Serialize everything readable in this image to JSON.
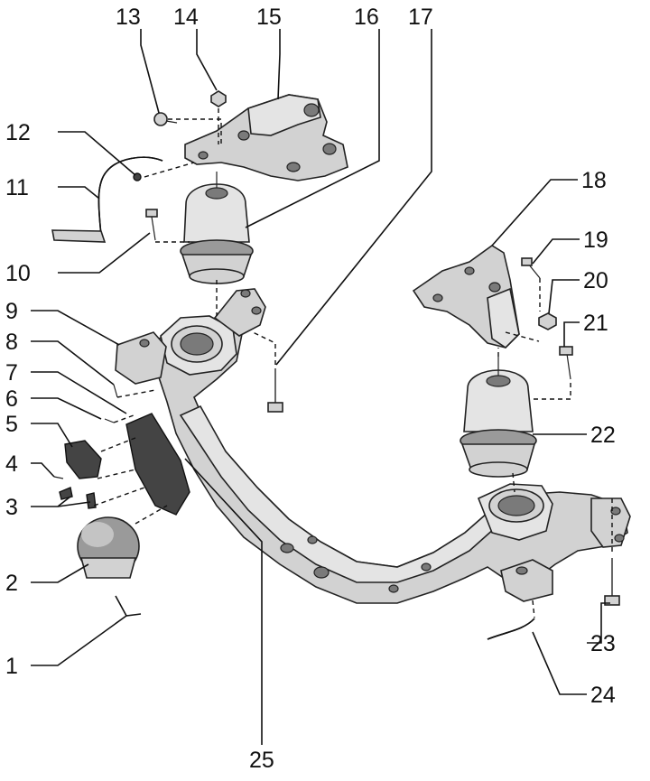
{
  "diagram": {
    "callouts": [
      {
        "id": "1",
        "label": "1"
      },
      {
        "id": "2",
        "label": "2"
      },
      {
        "id": "3",
        "label": "3"
      },
      {
        "id": "4",
        "label": "4"
      },
      {
        "id": "5",
        "label": "5"
      },
      {
        "id": "6",
        "label": "6"
      },
      {
        "id": "7",
        "label": "7"
      },
      {
        "id": "8",
        "label": "8"
      },
      {
        "id": "9",
        "label": "9"
      },
      {
        "id": "10",
        "label": "10"
      },
      {
        "id": "11",
        "label": "11"
      },
      {
        "id": "12",
        "label": "12"
      },
      {
        "id": "13",
        "label": "13"
      },
      {
        "id": "14",
        "label": "14"
      },
      {
        "id": "15",
        "label": "15"
      },
      {
        "id": "16",
        "label": "16"
      },
      {
        "id": "17",
        "label": "17"
      },
      {
        "id": "18",
        "label": "18"
      },
      {
        "id": "19",
        "label": "19"
      },
      {
        "id": "20",
        "label": "20"
      },
      {
        "id": "21",
        "label": "21"
      },
      {
        "id": "22",
        "label": "22"
      },
      {
        "id": "23",
        "label": "23"
      },
      {
        "id": "24",
        "label": "24"
      },
      {
        "id": "25",
        "label": "25"
      }
    ],
    "colors": {
      "line": "#111111",
      "part_fill": "#d2d2d2",
      "part_light": "#e4e4e4",
      "part_dark": "#9a9a9a"
    }
  }
}
